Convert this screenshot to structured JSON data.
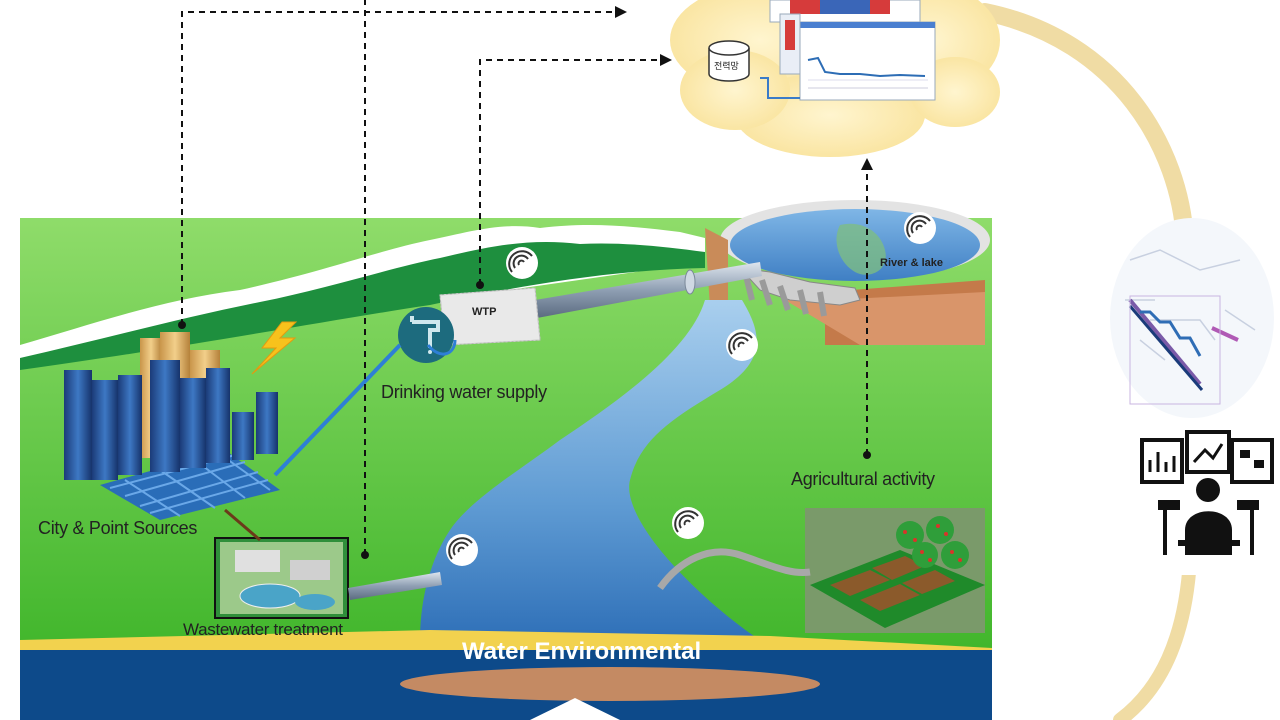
{
  "labels": {
    "city": "City & Point Sources",
    "drinking_water": "Drinking water supply",
    "wtp": "WTP",
    "river_lake": "River & lake",
    "agricultural": "Agricultural activity",
    "wastewater": "Wastewater treatment",
    "water_environmental": "Water Environmental",
    "server": "전력망"
  },
  "icons": [
    "sensor-icon",
    "lightning-icon",
    "tap-icon",
    "database-icon",
    "monitoring-operator-icon",
    "arrow-up-icon"
  ],
  "colors": {
    "grass": "#5ec73a",
    "river": "#4f8fc9",
    "deep_water": "#0c4b8c",
    "cloud": "#fbe6a8",
    "arc": "#f2dfa6",
    "mountain": "#1e8f3e"
  }
}
